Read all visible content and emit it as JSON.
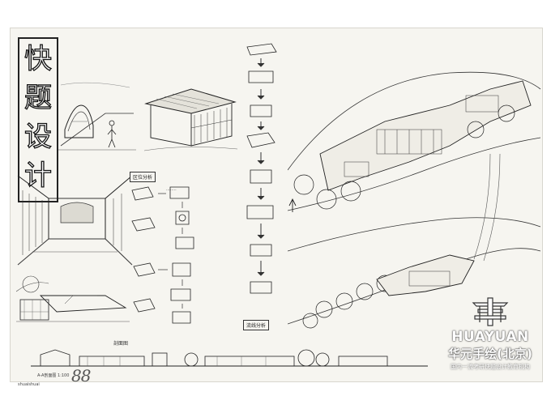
{
  "sheet": {
    "title_chars": [
      "快",
      "题",
      "设",
      "计"
    ],
    "analysis_label": "区位分析",
    "flow_label": "流线分析",
    "section_label": "剖面图",
    "scale_text": "A-A剖面图 1:100",
    "score": "88",
    "name_text": "shuaishuai"
  },
  "watermark": {
    "brand_en": "HUAYUAN",
    "brand_cn": "华元手绘(北京)",
    "tagline": "国内一流考研快题设计教育机构"
  }
}
